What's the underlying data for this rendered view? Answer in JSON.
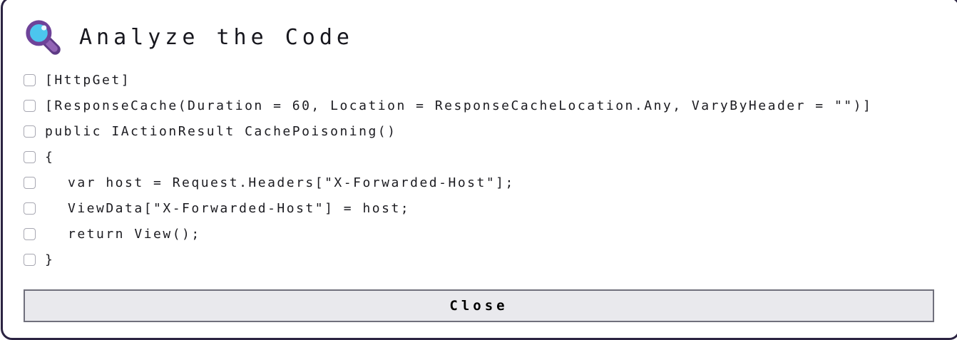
{
  "dialog": {
    "title": "Analyze the Code",
    "title_icon": "magnifying-glass-icon",
    "close_label": "Close"
  },
  "colors": {
    "frame_border": "#2b2342",
    "lens_fill": "#4cc6ee",
    "lens_highlight": "#e8f8fd",
    "rim_purple": "#6e4399",
    "handle_dark": "#5e3a85",
    "handle_light": "#9264b5",
    "button_bg": "#e9e9ed",
    "button_border": "#70707c",
    "code_text": "#1b1b20"
  },
  "code_lines": [
    {
      "text": "[HttpGet]",
      "indent": false,
      "checked": false
    },
    {
      "text": "[ResponseCache(Duration = 60, Location = ResponseCacheLocation.Any, VaryByHeader = \"\")]",
      "indent": false,
      "checked": false
    },
    {
      "text": "public IActionResult CachePoisoning()",
      "indent": false,
      "checked": false
    },
    {
      "text": "{",
      "indent": false,
      "checked": false
    },
    {
      "text": "var host = Request.Headers[\"X-Forwarded-Host\"];",
      "indent": true,
      "checked": false
    },
    {
      "text": "ViewData[\"X-Forwarded-Host\"] = host;",
      "indent": true,
      "checked": false
    },
    {
      "text": "return View();",
      "indent": true,
      "checked": false
    },
    {
      "text": "}",
      "indent": false,
      "checked": false
    }
  ]
}
